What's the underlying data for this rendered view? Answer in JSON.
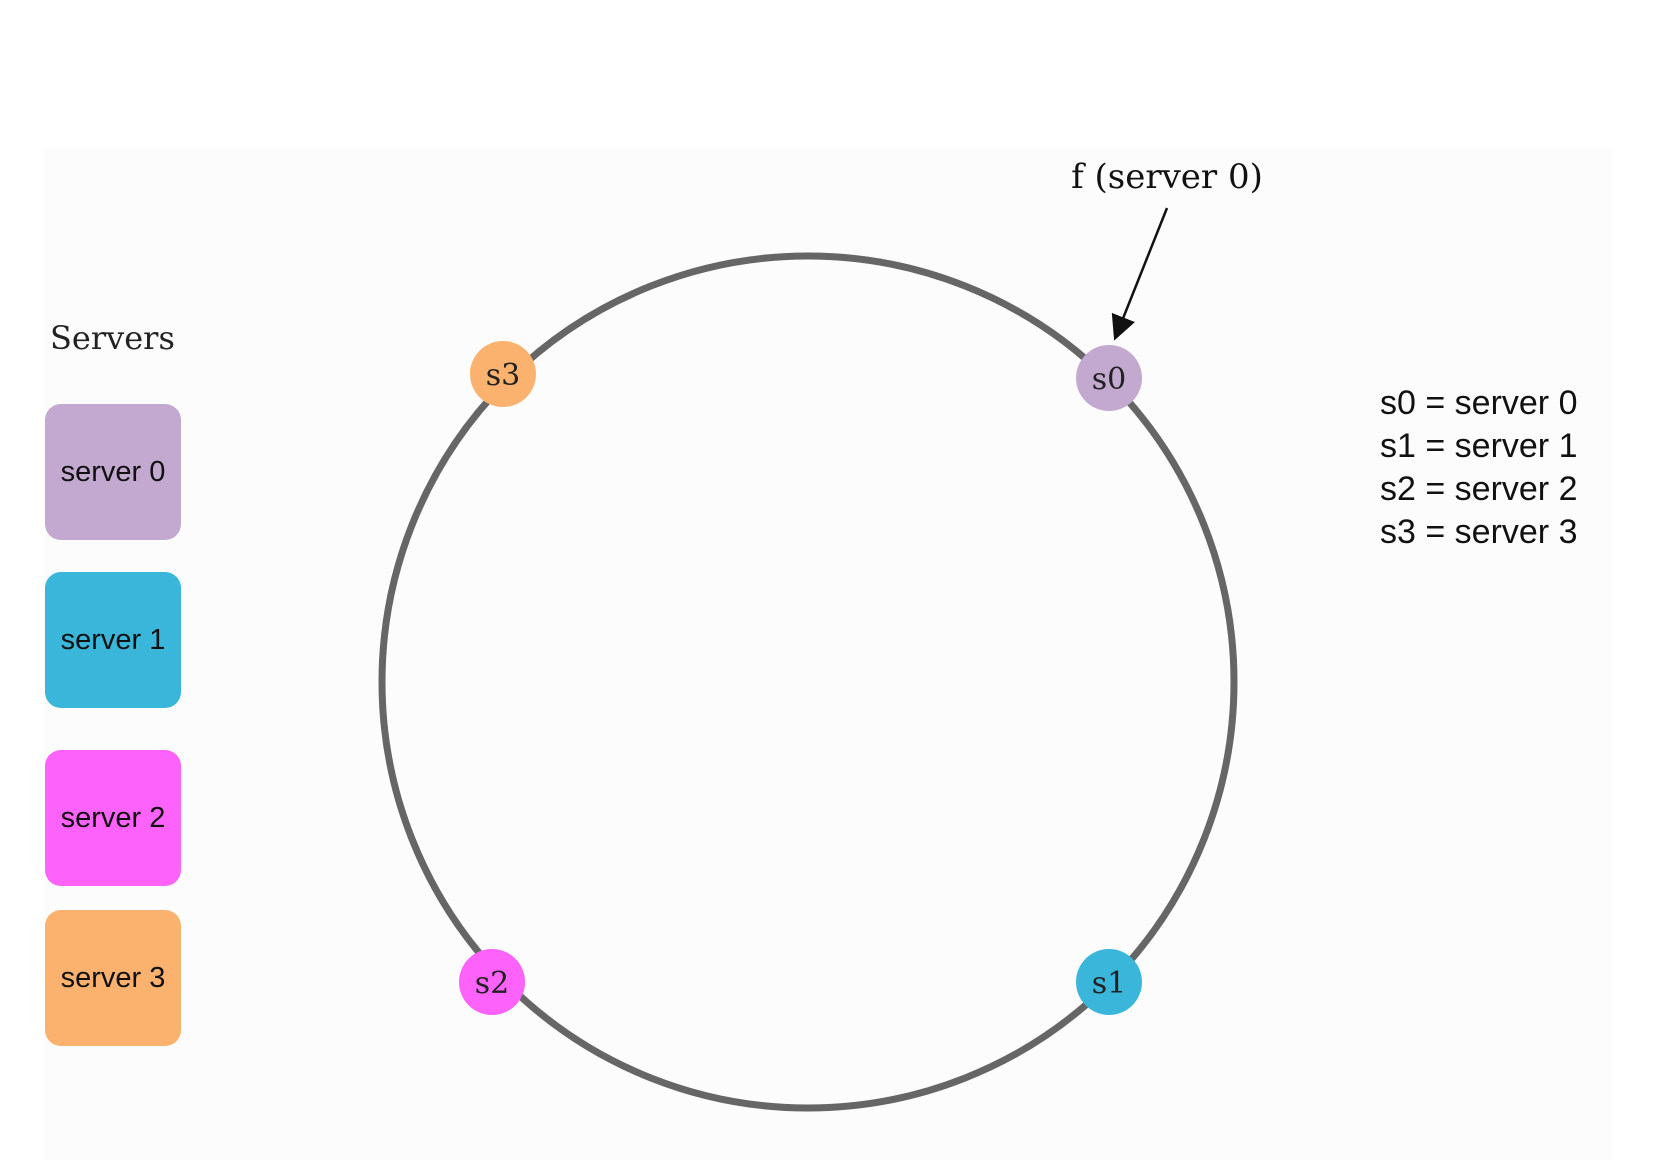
{
  "servers_heading": "Servers",
  "servers": [
    {
      "label": "server 0",
      "color": "#c3a9d0"
    },
    {
      "label": "server 1",
      "color": "#3ab6da"
    },
    {
      "label": "server 2",
      "color": "#fd62fb"
    },
    {
      "label": "server 3",
      "color": "#fbb26e"
    }
  ],
  "ring": {
    "stroke_color": "#666666",
    "nodes": [
      {
        "label": "s0",
        "color": "#c3a9d0"
      },
      {
        "label": "s1",
        "color": "#3ab6da"
      },
      {
        "label": "s2",
        "color": "#fd62fb"
      },
      {
        "label": "s3",
        "color": "#fbb26e"
      }
    ]
  },
  "annotation": {
    "text": "f (server 0)",
    "arrow_icon": "arrow-down-left"
  },
  "legend": [
    "s0 = server 0",
    "s1 = server 1",
    "s2 = server 2",
    "s3 = server 3"
  ]
}
